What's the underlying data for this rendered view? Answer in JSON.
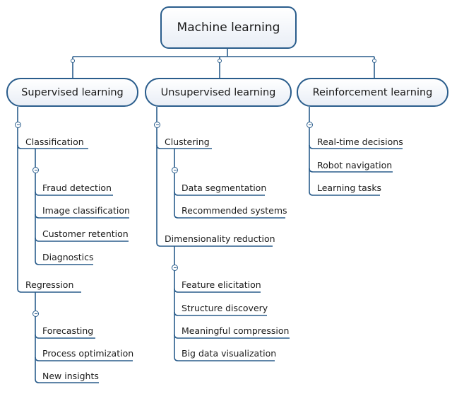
{
  "root": {
    "label": "Machine learning"
  },
  "categories": [
    {
      "label": "Supervised learning",
      "groups": [
        {
          "label": "Classification",
          "items": [
            "Fraud detection",
            "Image classification",
            "Customer retention",
            "Diagnostics"
          ]
        },
        {
          "label": "Regression",
          "items": [
            "Forecasting",
            "Process optimization",
            "New insights"
          ]
        }
      ]
    },
    {
      "label": "Unsupervised learning",
      "groups": [
        {
          "label": "Clustering",
          "items": [
            "Data segmentation",
            "Recommended systems"
          ]
        },
        {
          "label": "Dimensionality reduction",
          "items": [
            "Feature elicitation",
            "Structure discovery",
            "Meaningful compression",
            "Big data visualization"
          ]
        }
      ]
    },
    {
      "label": "Reinforcement learning",
      "items": [
        "Real-time decisions",
        "Robot navigation",
        "Learning tasks"
      ]
    }
  ],
  "colors": {
    "line": "#2a5d8c",
    "box_border": "#2a5d8c",
    "text": "#1a1a1a"
  }
}
